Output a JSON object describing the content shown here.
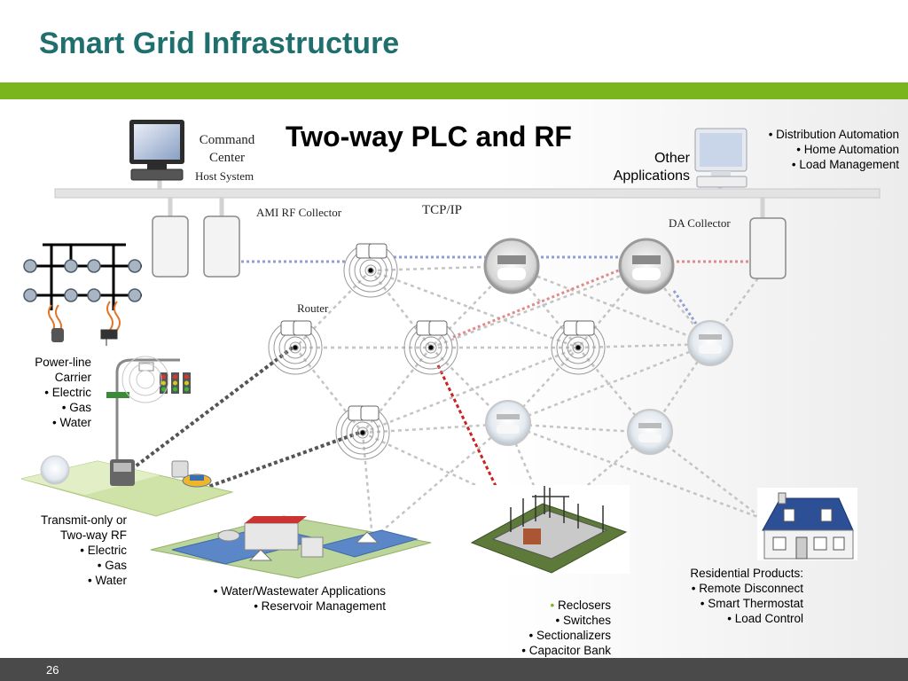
{
  "slide": {
    "title": "Smart Grid Infrastructure",
    "page_number": "26",
    "accent_color": "#7ab51d",
    "title_color": "#1f6f6e"
  },
  "diagram": {
    "heading": "Two-way PLC and RF",
    "command_center": {
      "line1": "Command",
      "line2": "Center",
      "sub": "Host System"
    },
    "other_applications": {
      "line1": "Other",
      "line2": "Applications"
    },
    "other_app_list": [
      "Distribution Automation",
      "Home Automation",
      "Load Management"
    ],
    "ami_rf_collector": "AMI RF Collector",
    "tcp_ip": "TCP/IP",
    "da_collector": "DA Collector",
    "router": "Router",
    "power_line": {
      "line1": "Power-line",
      "line2": "Carrier",
      "items": [
        "• Electric",
        "• Gas",
        "• Water"
      ]
    },
    "transmit": {
      "line1": "Transmit-only or",
      "line2": "Two-way  RF",
      "items": [
        "• Electric",
        "• Gas",
        "• Water"
      ]
    },
    "water_list": [
      "Water/Wastewater Applications",
      "Reservoir Management"
    ],
    "substation_list": [
      "Reclosers",
      "• Switches",
      "• Sectionalizers",
      "• Capacitor Bank"
    ],
    "residential": {
      "header": "Residential Products:",
      "items": [
        "Remote Disconnect",
        "Smart Thermostat",
        "Load Control"
      ]
    }
  }
}
